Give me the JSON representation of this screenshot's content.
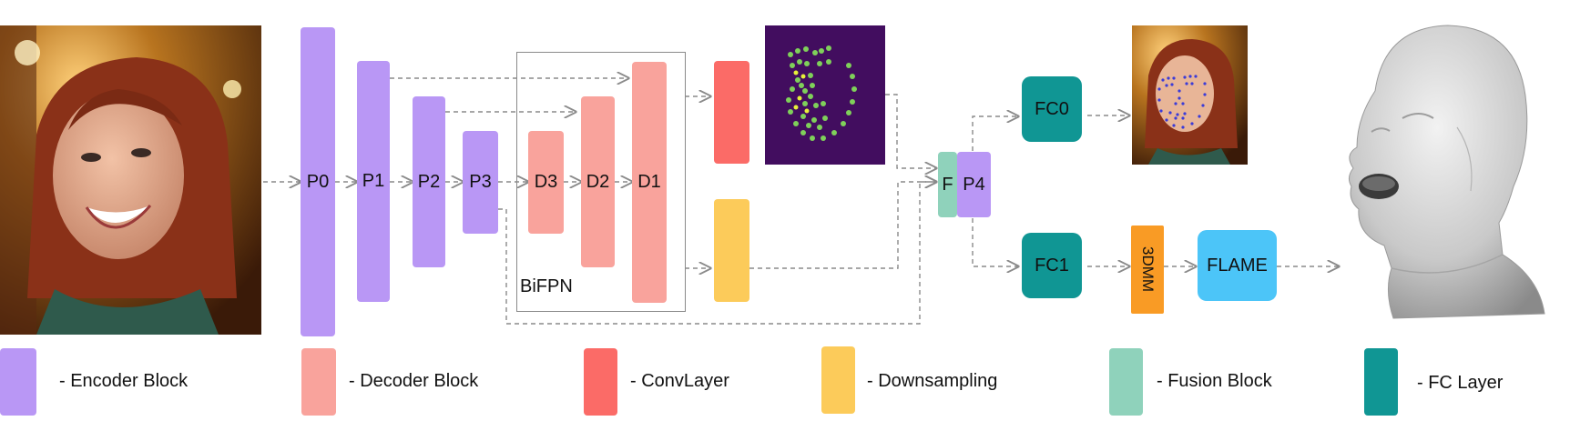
{
  "colors": {
    "encoder": "#b997f5",
    "decoder": "#f9a39c",
    "conv": "#fb6b67",
    "downsampling": "#fccb5a",
    "fusion": "#8fd2bb",
    "fc": "#109694",
    "tdmm": "#f99b25",
    "flame": "#4cc5f8",
    "arrow": "#8a8a8a"
  },
  "encoder": {
    "p0": "P0",
    "p1": "P1",
    "p2": "P2",
    "p3": "P3",
    "p4": "P4"
  },
  "decoder": {
    "d3": "D3",
    "d2": "D2",
    "d1": "D1"
  },
  "bifpn_label": "BiFPN",
  "fusion_label": "F",
  "fc": {
    "fc0": "FC0",
    "fc1": "FC1"
  },
  "tdmm_label": "3DMM",
  "flame_label": "FLAME",
  "legend": [
    {
      "label": "- Encoder Block"
    },
    {
      "label": "- Decoder Block"
    },
    {
      "label": "- ConvLayer"
    },
    {
      "label": "- Downsampling"
    },
    {
      "label": "- Fusion Block"
    },
    {
      "label": "- FC Layer"
    }
  ]
}
